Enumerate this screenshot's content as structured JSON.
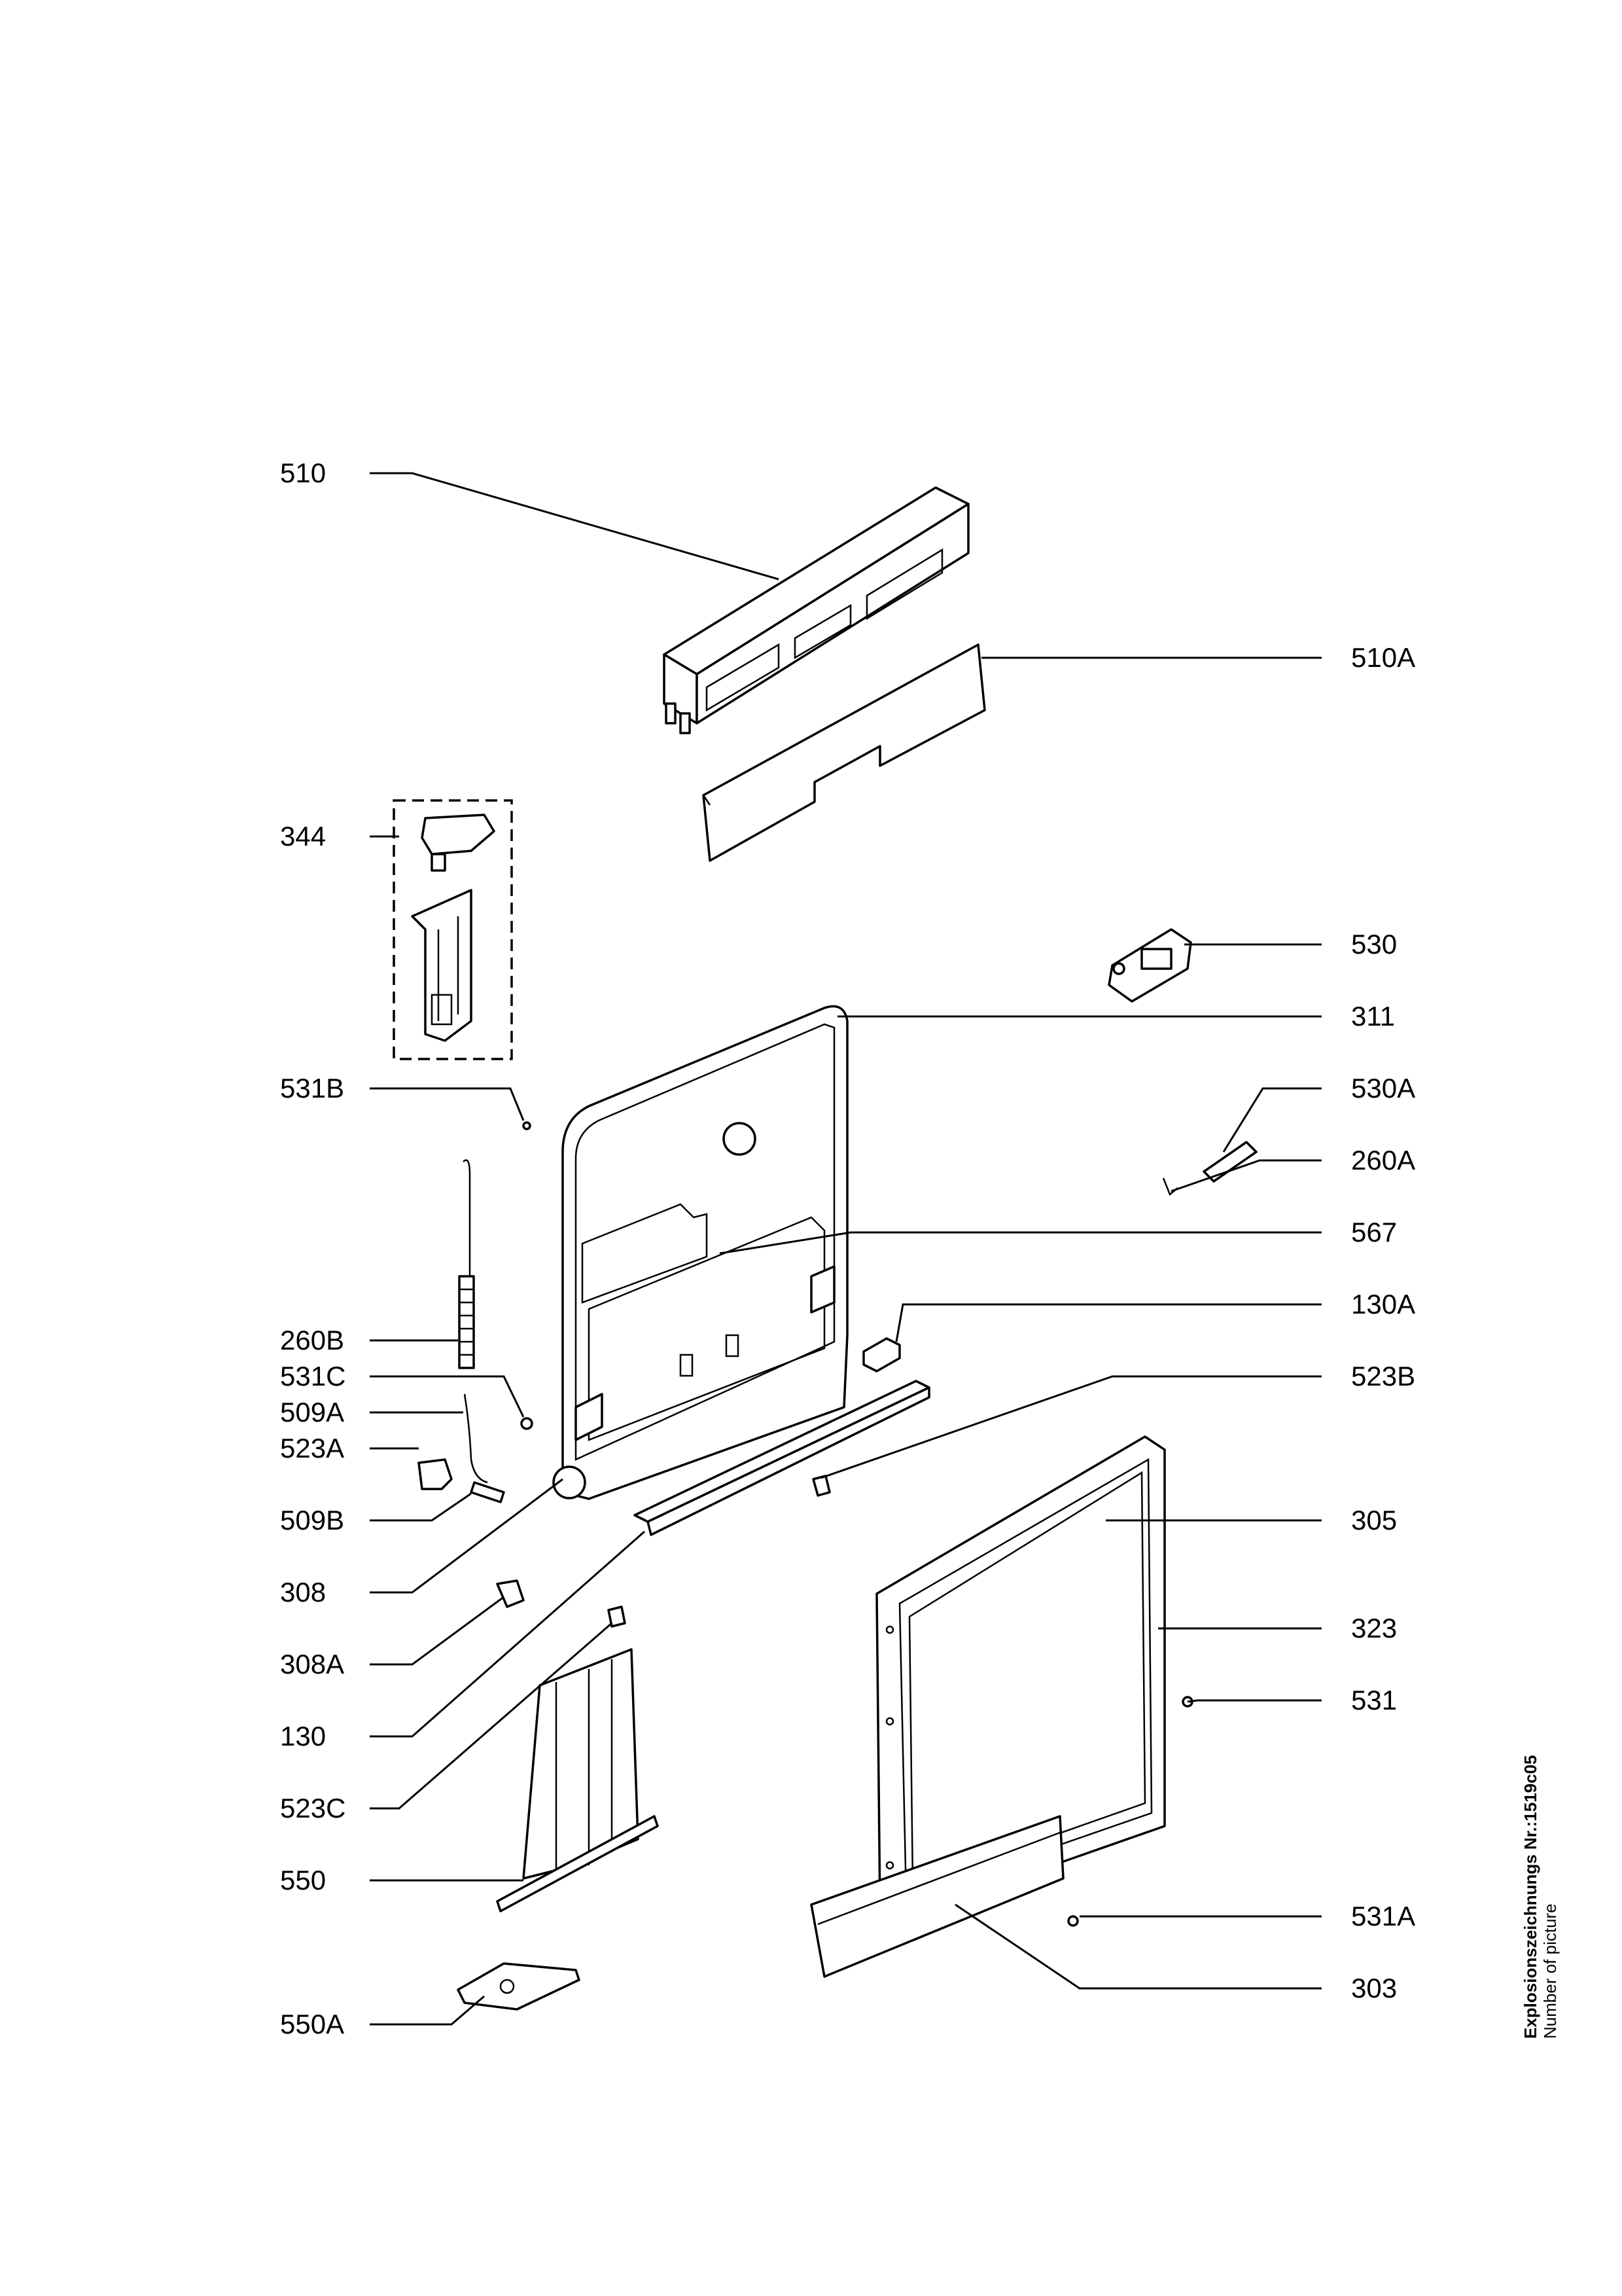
{
  "labels": {
    "p510": "510",
    "p510A": "510A",
    "p344": "344",
    "p530": "530",
    "p311": "311",
    "p531B": "531B",
    "p530A": "530A",
    "p260A": "260A",
    "p567": "567",
    "p130A": "130A",
    "p260B": "260B",
    "p531C": "531C",
    "p509A": "509A",
    "p523A": "523A",
    "p523B": "523B",
    "p509B": "509B",
    "p305": "305",
    "p308": "308",
    "p323": "323",
    "p308A": "308A",
    "p531": "531",
    "p130": "130",
    "p523C": "523C",
    "p550": "550",
    "p531A": "531A",
    "p303": "303",
    "p550A": "550A"
  },
  "footer": {
    "picture_number": "Explosionszeichnungs Nr.:1519c05",
    "picture_caption": "Number of picture"
  }
}
